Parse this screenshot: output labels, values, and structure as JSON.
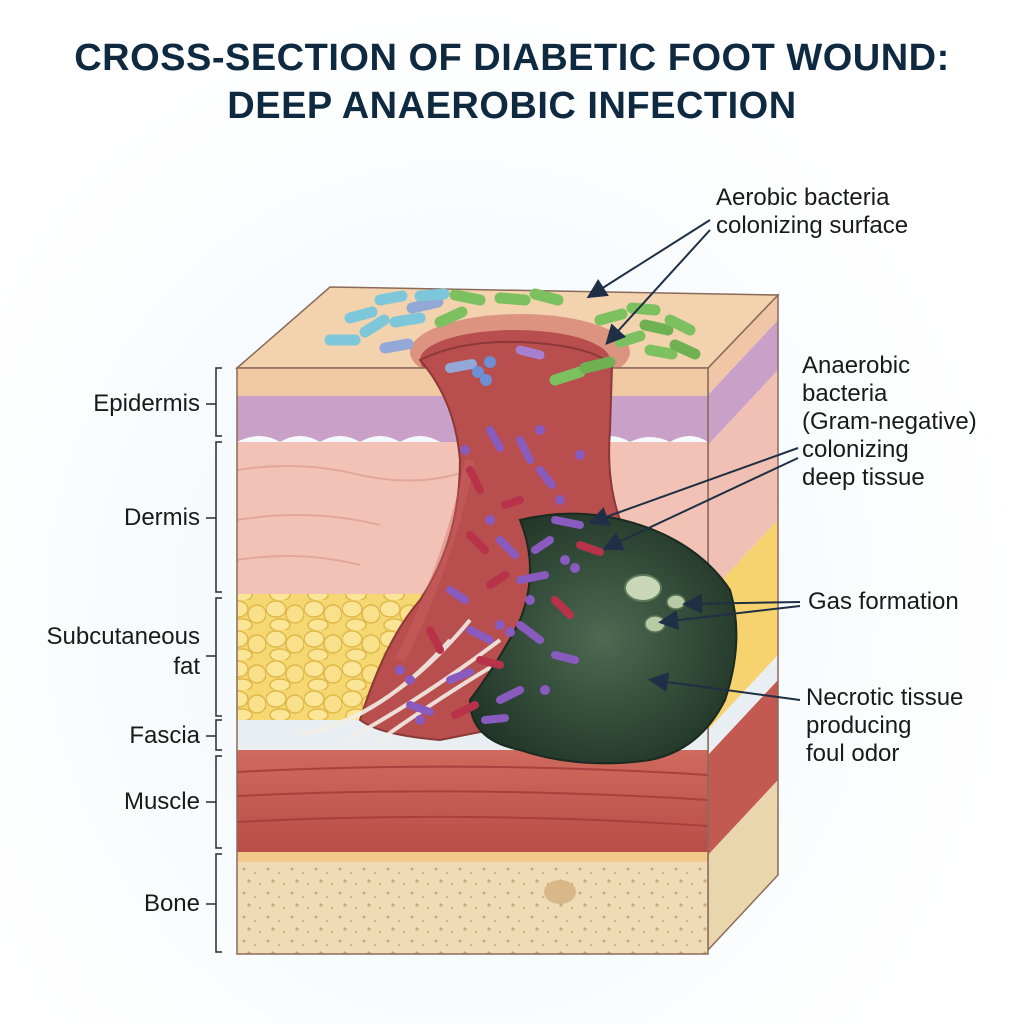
{
  "title": {
    "line1": "CROSS-SECTION OF DIABETIC FOOT WOUND:",
    "line2": "DEEP ANAEROBIC INFECTION"
  },
  "layers": {
    "epidermis": "Epidermis",
    "dermis": "Dermis",
    "subcutaneous_fat_line1": "Subcutaneous",
    "subcutaneous_fat_line2": "fat",
    "fascia": "Fascia",
    "muscle": "Muscle",
    "bone": "Bone"
  },
  "annotations": {
    "aerobic": {
      "line1": "Aerobic bacteria",
      "line2": "colonizing surface"
    },
    "anaerobic": {
      "line1": "Anaerobic",
      "line2": "bacteria",
      "line3": "(Gram-negative)",
      "line4": "colonizing",
      "line5": "deep tissue"
    },
    "gas": {
      "line1": "Gas formation"
    },
    "necrotic": {
      "line1": "Necrotic tissue",
      "line2": "producing",
      "line3": "foul odor"
    }
  },
  "colors": {
    "title": "#0f2a40",
    "epidermis": "#c9a0c8",
    "dermis": "#f3c2b6",
    "fat": "#f5d36a",
    "fascia": "#e8eef2",
    "muscle": "#c65a52",
    "bone": "#eed9b0",
    "wound": "#b54a4a",
    "necrotic": "#2f4a38",
    "aerobic_blue": "#8fd0e0",
    "aerobic_green": "#7cc060",
    "anaerobic_purple": "#8a5bbf",
    "anaerobic_red": "#b8334a"
  }
}
